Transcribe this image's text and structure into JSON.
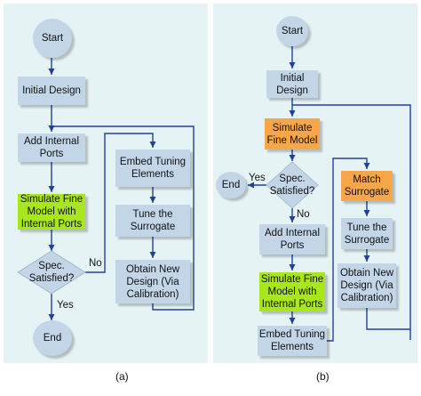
{
  "panel_a": {
    "start": "Start",
    "initial_design": "Initial Design",
    "add_internal_ports": "Add Internal\nPorts",
    "simulate": "Simulate Fine\nModel with\nInternal Ports",
    "decision": "Spec.\nSatisfied?",
    "end": "End",
    "embed_tuning": "Embed Tuning\nElements",
    "tune_surrogate": "Tune the\nSurrogate",
    "obtain_design": "Obtain New\nDesign (Via\nCalibration)",
    "yes": "Yes",
    "no": "No",
    "caption": "(a)"
  },
  "panel_b": {
    "start": "Start",
    "initial_design": "Initial\nDesign",
    "simulate": "Simulate\nFine Model",
    "decision": "Spec.\nSatisfied?",
    "end": "End",
    "add_internal_ports": "Add Internal\nPorts",
    "simulate_internal": "Simulate Fine\nModel with\nInternal Ports",
    "embed_tuning": "Embed Tuning\nElements",
    "match_surrogate": "Match\nSurrogate",
    "tune_surrogate": "Tune the\nSurrogate",
    "obtain_design": "Obtain New\nDesign (Via\nCalibration)",
    "yes": "Yes",
    "no": "No",
    "caption": "(b)"
  },
  "colors": {
    "panel_background": "#e6f3f4",
    "process_fill": "#c3d6e8",
    "highlight_green": "#a8e61d",
    "highlight_orange": "#f7a649",
    "arrow": "#2040a0"
  }
}
